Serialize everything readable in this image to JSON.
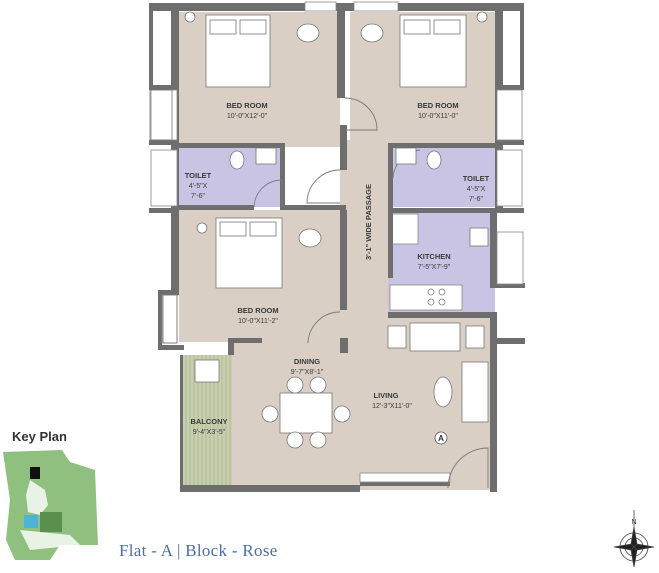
{
  "rooms": {
    "bed1": {
      "name": "BED ROOM",
      "size": "10'-0\"X12'-0\""
    },
    "bed2": {
      "name": "BED ROOM",
      "size": "10'-0\"X11'-0\""
    },
    "bed3": {
      "name": "BED ROOM",
      "size": "10'-0\"X11'-2\""
    },
    "toilet1": {
      "name": "TOILET",
      "size1": "4'-5\"X",
      "size2": "7'-6\""
    },
    "toilet2": {
      "name": "TOILET",
      "size1": "4'-5\"X",
      "size2": "7'-6\""
    },
    "kitchen": {
      "name": "KITCHEN",
      "size": "7'-5\"X7'-9\""
    },
    "dining": {
      "name": "DINING",
      "size": "9'-7\"X8'-1\""
    },
    "living": {
      "name": "LIVING",
      "size": "12'-3\"X11'-0\""
    },
    "balcony": {
      "name": "BALCONY",
      "size": "9'-4\"X3'-5\""
    },
    "passage": "3'-1\" WIDE PASSAGE"
  },
  "entry_marker": "A",
  "compass_label": "N",
  "key_plan": {
    "title": "Key Plan"
  },
  "caption": "Flat - A | Block - Rose",
  "colors": {
    "floor": "#d9cfc4",
    "wet_area": "#c9c4e3",
    "wall": "#6e6e6e",
    "balcony": "#c7d0ae",
    "keyplan_green": "#8fc07f",
    "keyplan_highlight": "#4fb3d9",
    "caption": "#4a6fa8"
  }
}
